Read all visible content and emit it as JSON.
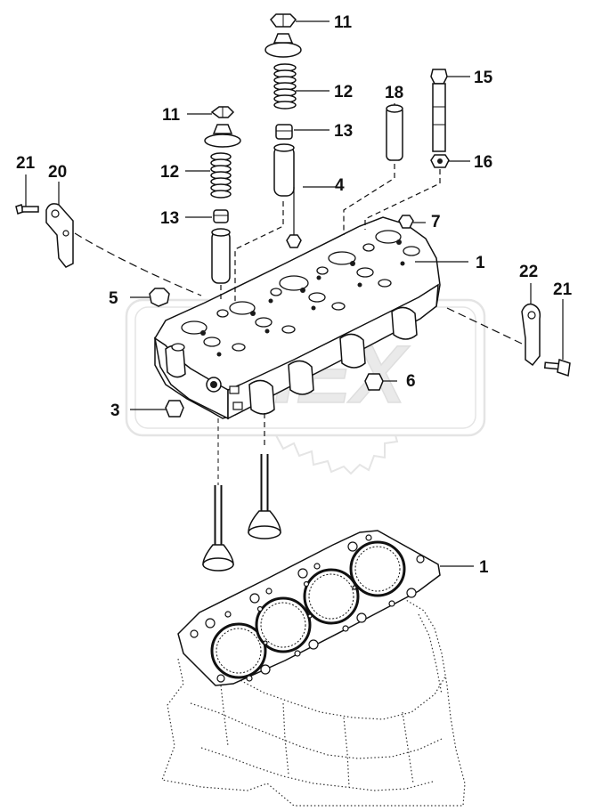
{
  "watermark": {
    "text": "CHEX",
    "color": "#cfcfcf"
  },
  "callouts": [
    {
      "id": "c11a",
      "number": "11"
    },
    {
      "id": "c12a",
      "number": "12"
    },
    {
      "id": "c13a",
      "number": "13"
    },
    {
      "id": "c15",
      "number": "15"
    },
    {
      "id": "c18",
      "number": "18"
    },
    {
      "id": "c16",
      "number": "16"
    },
    {
      "id": "c11b",
      "number": "11"
    },
    {
      "id": "c12b",
      "number": "12"
    },
    {
      "id": "c13b",
      "number": "13"
    },
    {
      "id": "c21a",
      "number": "21"
    },
    {
      "id": "c20",
      "number": "20"
    },
    {
      "id": "c4",
      "number": "4"
    },
    {
      "id": "c7",
      "number": "7"
    },
    {
      "id": "c1a",
      "number": "1"
    },
    {
      "id": "c22",
      "number": "22"
    },
    {
      "id": "c21b",
      "number": "21"
    },
    {
      "id": "c5",
      "number": "5"
    },
    {
      "id": "c6",
      "number": "6"
    },
    {
      "id": "c3",
      "number": "3"
    },
    {
      "id": "c1b",
      "number": "1"
    }
  ]
}
